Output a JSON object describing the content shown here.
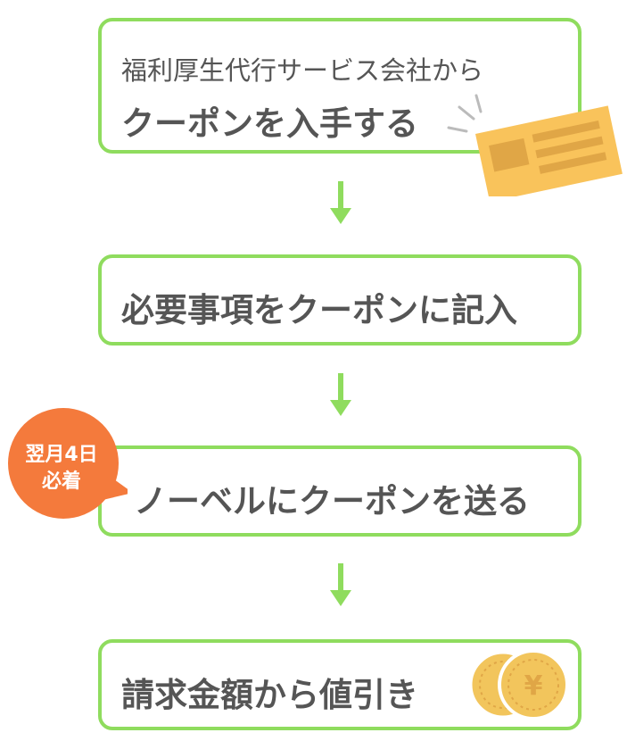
{
  "steps": [
    {
      "line1": "福利厚生代行サービス会社から",
      "line2": "クーポンを入手する"
    },
    {
      "label": "必要事項をクーポンに記入"
    },
    {
      "label": "ノーベルにクーポンを送る"
    },
    {
      "label": "請求金額から値引き"
    }
  ],
  "badge": {
    "line1": "翌月4日",
    "line2": "必着"
  },
  "coin_symbol": "¥",
  "colors": {
    "border": "#8fdc5e",
    "arrow": "#8fdc5e",
    "badge": "#f47a3c",
    "card": "#f9c35b",
    "coin": "#f2c55c",
    "text": "#555555"
  }
}
